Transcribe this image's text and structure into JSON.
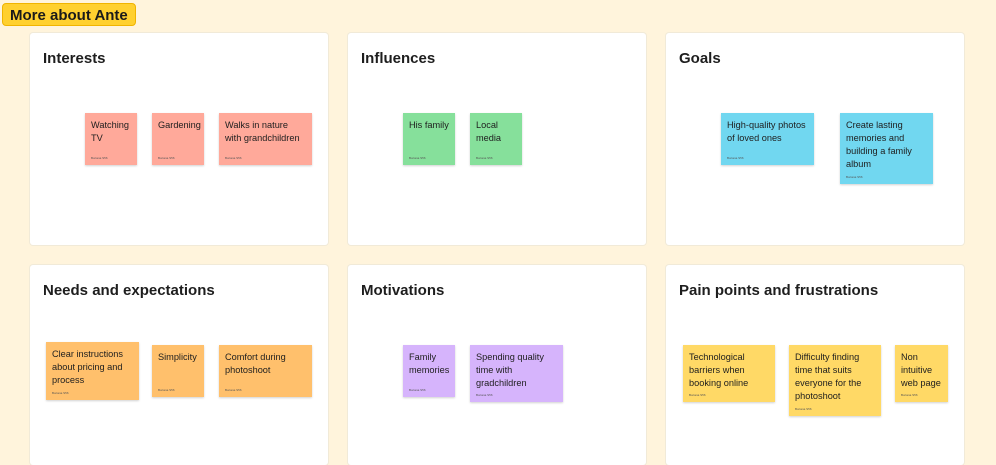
{
  "page_title": "More about Ante",
  "sticky_colors": {
    "red": "#ffa99a",
    "green": "#86e09b",
    "blue": "#71d7f0",
    "orange": "#ffc06c",
    "purple": "#d6b4fc",
    "yellow": "#ffd966"
  },
  "author_label": "Boriana S56",
  "sections": {
    "interests": {
      "title": "Interests",
      "notes": [
        "Watching TV",
        "Gardening",
        "Walks in nature with grandchildren"
      ]
    },
    "influences": {
      "title": "Influences",
      "notes": [
        "His family",
        "Local media"
      ]
    },
    "goals": {
      "title": "Goals",
      "notes": [
        "High-quality photos of loved ones",
        "Create lasting memories and building a family album"
      ]
    },
    "needs": {
      "title": "Needs and expectations",
      "notes": [
        "Clear instructions about pricing and process",
        "Simplicity",
        "Comfort during photoshoot"
      ]
    },
    "motivations": {
      "title": "Motivations",
      "notes": [
        "Family memories",
        "Spending quality time with gradchildren"
      ]
    },
    "pain_points": {
      "title": "Pain points and frustrations",
      "notes": [
        "Technological barriers when booking online",
        "Difficulty finding time that suits everyone for the photoshoot",
        "Non intuitive web page"
      ]
    }
  }
}
